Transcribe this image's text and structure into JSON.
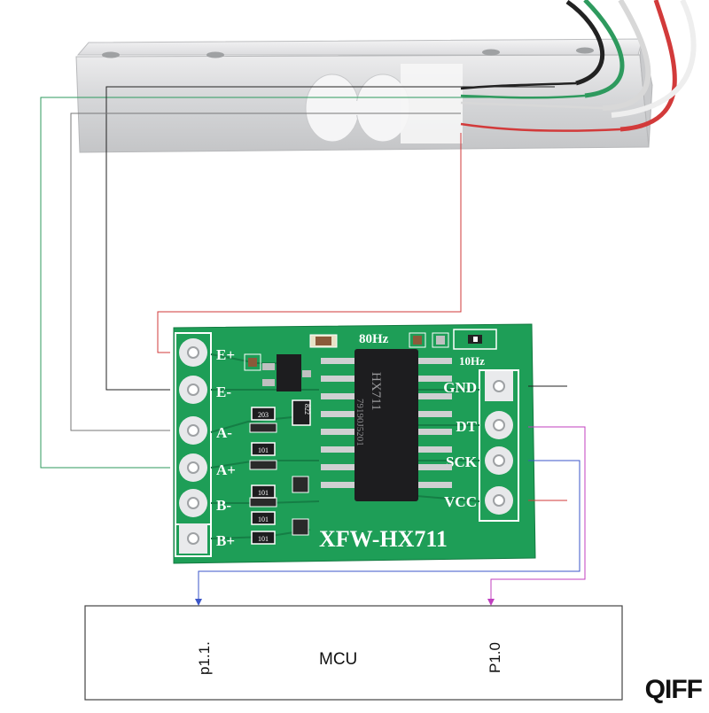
{
  "board": {
    "name": "XFW-HX711",
    "rate_select": "80Hz",
    "rate_alt": "10Hz",
    "left_pins": [
      "E+",
      "E-",
      "A-",
      "A+",
      "B-",
      "B+"
    ],
    "right_pins": [
      "GND",
      "DT",
      "SCK",
      "VCC"
    ],
    "chip": {
      "label": "HX711",
      "code": "79190J5201"
    },
    "resistor_codes": [
      "203",
      "822",
      "101",
      "101",
      "101",
      "101"
    ]
  },
  "mcu": {
    "label": "MCU",
    "pin_a": "p1.1.",
    "pin_b": "P1.0"
  },
  "brand": "QIFF",
  "colors": {
    "pcb": "#1e9e57",
    "red_wire": "#d23a3a",
    "green_wire": "#2e9a5e",
    "black_wire": "#222222",
    "white_wire": "#8a8a8a",
    "blue_wire": "#3b56c8",
    "magenta_wire": "#c03fbf",
    "load_cell": "#d9dadb"
  }
}
